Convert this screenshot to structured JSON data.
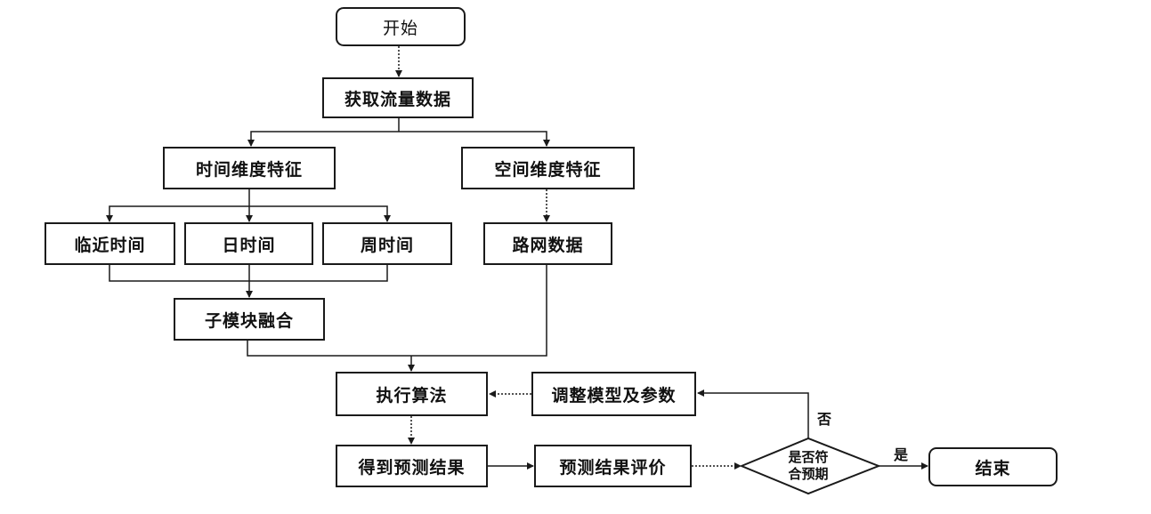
{
  "nodes": {
    "start": "开始",
    "get_flow_data": "获取流量数据",
    "time_feature": "时间维度特征",
    "space_feature": "空间维度特征",
    "recent_time": "临近时间",
    "day_time": "日时间",
    "week_time": "周时间",
    "road_network": "路网数据",
    "submodule_fusion": "子模块融合",
    "run_algorithm": "执行算法",
    "adjust_model": "调整模型及参数",
    "get_prediction": "得到预测结果",
    "evaluate_prediction": "预测结果评价",
    "decision_line1": "是否符",
    "decision_line2": "合预期",
    "end": "结束"
  },
  "edge_labels": {
    "no": "否",
    "yes": "是"
  },
  "colors": {
    "stroke": "#1a1a1a",
    "background": "#ffffff"
  }
}
